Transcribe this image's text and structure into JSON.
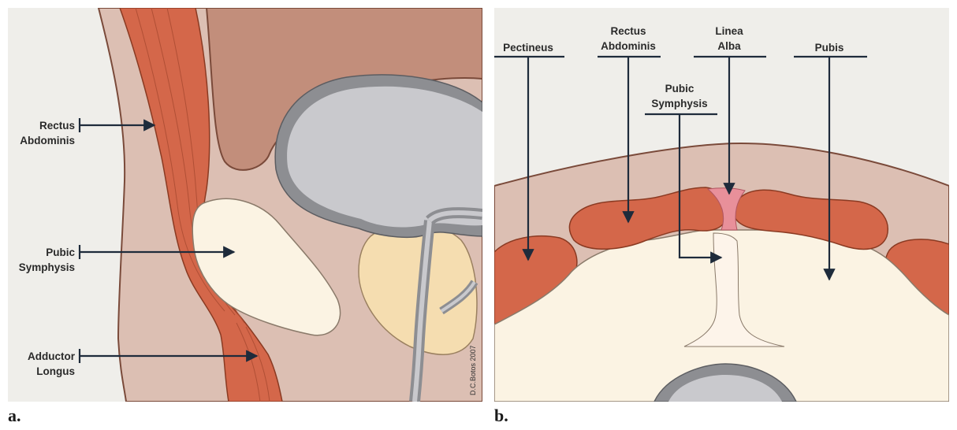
{
  "panel_a": {
    "letter": "a.",
    "credit": "D.C.Botos 2007",
    "labels": {
      "rectus_line1": "Rectus",
      "rectus_line2": "Abdominis",
      "pubic_line1": "Pubic",
      "pubic_line2": "Symphysis",
      "adductor_line1": "Adductor",
      "adductor_line2": "Longus"
    }
  },
  "panel_b": {
    "letter": "b.",
    "labels": {
      "pectineus": "Pectineus",
      "rectus_line1": "Rectus",
      "rectus_line2": "Abdominis",
      "linea_line1": "Linea",
      "linea_line2": "Alba",
      "pubis": "Pubis",
      "pubic_line1": "Pubic",
      "pubic_line2": "Symphysis"
    }
  },
  "colors": {
    "background": "#efeeea",
    "skin": "#dcbfb3",
    "muscle": "#d4674a",
    "muscle_dark": "#9c3e25",
    "bone": "#fbf3e3",
    "bladder": "#c9c9cd",
    "bladder_wall": "#8d8e92",
    "prostate": "#f5ddb0",
    "organ": "#c28e7b",
    "linea_alba": "#e8909a",
    "arrow": "#1e2b3b"
  }
}
